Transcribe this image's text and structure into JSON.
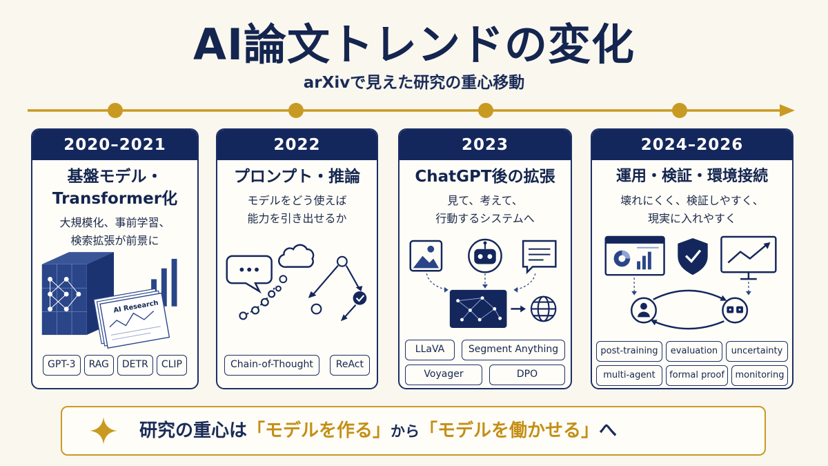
{
  "title": "AI論文トレンドの変化",
  "subtitle": "arXivで見えた研究の重心移動",
  "colors": {
    "navy": "#14275c",
    "gold": "#c99a22",
    "background": "#faf7ef"
  },
  "cards": [
    {
      "period": "2020–2021",
      "title_line1": "基盤モデル・",
      "title_line2": "Transformer化",
      "desc_line1": "大規模化、事前学習、",
      "desc_line2": "検索拡張が前景に",
      "illustration_label": "AI Research",
      "tags": [
        "GPT-3",
        "RAG",
        "DETR",
        "CLIP"
      ]
    },
    {
      "period": "2022",
      "title_line1": "プロンプト・推論",
      "desc_line1": "モデルをどう使えば",
      "desc_line2": "能力を引き出せるか",
      "tags": [
        "Chain-of-Thought",
        "ReAct"
      ]
    },
    {
      "period": "2023",
      "title_line1": "ChatGPT後の拡張",
      "desc_line1": "見て、考えて、",
      "desc_line2": "行動するシステムへ",
      "tags": [
        "LLaVA",
        "Segment Anything",
        "Voyager",
        "DPO"
      ]
    },
    {
      "period": "2024–2026",
      "title_line1": "運用・検証・環境接続",
      "desc_line1": "壊れにくく、検証しやすく、",
      "desc_line2": "現実に入れやすく",
      "tags": [
        "post-training",
        "evaluation",
        "uncertainty",
        "multi-agent",
        "formal proof",
        "monitoring"
      ]
    }
  ],
  "banner": {
    "part1": "研究の重心は",
    "part2": "「モデルを作る」",
    "part3": "から",
    "part4": "「モデルを働かせる」",
    "part5": "へ"
  }
}
